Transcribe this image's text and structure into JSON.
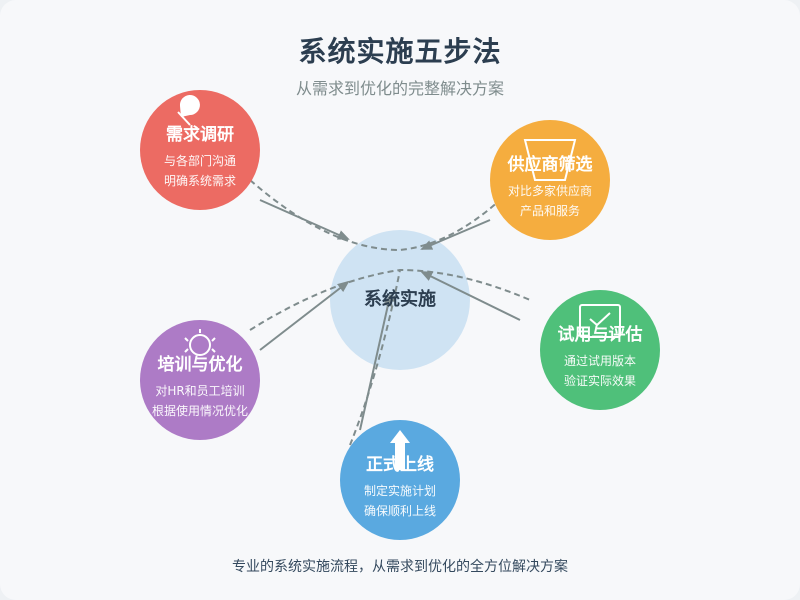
{
  "title": "系统实施五步法",
  "subtitle": "从需求到优化的完整解决方案",
  "center": {
    "label": "系统实施",
    "color": "#cfe3f3"
  },
  "steps": [
    {
      "label": "需求调研",
      "lines": [
        "与各部门沟通",
        "明确系统需求"
      ],
      "color": "#ec6b63",
      "icon": "map-pin-icon"
    },
    {
      "label": "供应商筛选",
      "lines": [
        "对比多家供应商",
        "产品和服务"
      ],
      "color": "#f5ad3f",
      "icon": "funnel-icon"
    },
    {
      "label": "试用与评估",
      "lines": [
        "通过试用版本",
        "验证实际效果"
      ],
      "color": "#4fc07a",
      "icon": "checkbox-icon"
    },
    {
      "label": "正式上线",
      "lines": [
        "制定实施计划",
        "确保顺利上线"
      ],
      "color": "#5aa9e0",
      "icon": "up-arrow-icon"
    },
    {
      "label": "培训与优化",
      "lines": [
        "对HR和员工培训",
        "根据使用情况优化"
      ],
      "color": "#ad7bc6",
      "icon": "lightbulb-icon"
    }
  ],
  "footer": "专业的系统实施流程，从需求到优化的全方位解决方案"
}
